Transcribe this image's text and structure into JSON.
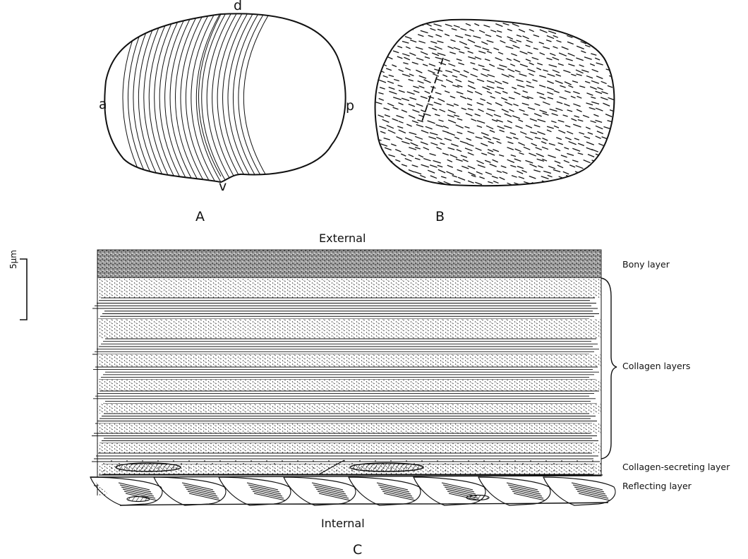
{
  "panel_a": {
    "label": "A",
    "points": {
      "dorsal": "d",
      "anterior": "a",
      "posterior": "p",
      "ventral": "v"
    }
  },
  "panel_b": {
    "label": "B"
  },
  "panel_c": {
    "label": "C",
    "top_label": "External",
    "bottom_label": "Internal",
    "scale_bar": "5μm",
    "layers": {
      "bony": "Bony layer",
      "collagen": "Collagen layers",
      "secreting": "Collagen-secreting layer",
      "reflecting": "Reflecting layer"
    }
  }
}
